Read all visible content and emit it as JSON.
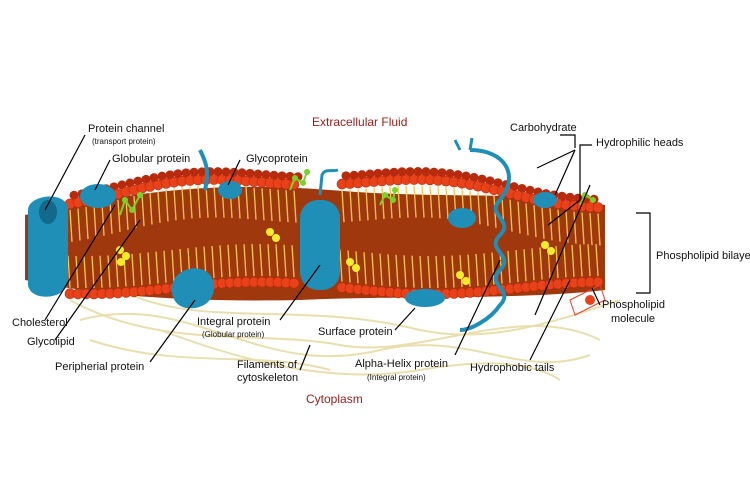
{
  "regions": {
    "top": "Extracellular Fluid",
    "bottom": "Cytoplasm"
  },
  "labels": {
    "protein_channel": "Protein channel",
    "protein_channel_sub": "(transport protein)",
    "globular_protein": "Globular protein",
    "glycoprotein": "Glycoprotein",
    "carbohydrate": "Carbohydrate",
    "hydrophilic_heads": "Hydrophilic heads",
    "phospholipid_bilayer": "Phospholipid bilayer",
    "phospholipid_molecule_1": "Phospholipid",
    "phospholipid_molecule_2": "molecule",
    "cholesterol": "Cholesterol",
    "glycolipid": "Glycolipid",
    "peripheral_protein": "Peripherial protein",
    "integral_protein": "Integral protein",
    "integral_protein_sub": "(Globular protein)",
    "surface_protein": "Surface protein",
    "filaments_1": "Filaments of",
    "filaments_2": "cytoskeleton",
    "alpha_helix": "Alpha-Helix protein",
    "alpha_helix_sub": "(Integral protein)",
    "hydrophobic_tails": "Hydrophobic tails"
  },
  "colors": {
    "head": "#e8421a",
    "head_dark": "#b82a0c",
    "membrane_core": "#a0380e",
    "tail": "#f2c94c",
    "protein": "#1f8fb8",
    "protein_dark": "#126a8a",
    "glyco_chain": "#7bd12a",
    "cholesterol": "#f4ec2a",
    "filament": "#efe6b8",
    "region_text": "#9b1b1b",
    "highlight_box": "#e8422a"
  }
}
